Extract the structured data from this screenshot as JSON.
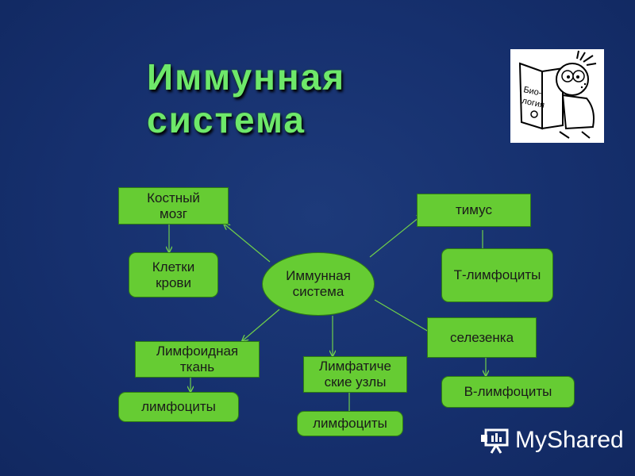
{
  "slide": {
    "title": "Иммунная система",
    "logo_text_line1": "Био-",
    "logo_text_line2": "логия",
    "brand": "MyShared"
  },
  "nodes": {
    "center": "Иммунная система",
    "bone_marrow": "Костный мозг",
    "blood_cells": "Клетки крови",
    "thymus": "тимус",
    "t_lymphocytes": "Т-лимфоциты",
    "spleen": "селезенка",
    "b_lymphocytes": "В-лимфоциты",
    "lymphoid_tissue": "Лимфоидная ткань",
    "lymphocytes_1": "лимфоциты",
    "lymph_nodes": "Лимфатиче ские узлы",
    "lymphocytes_2": "лимфоциты"
  },
  "colors": {
    "background": "#16306e",
    "title": "#6ee86a",
    "node_fill": "#66cc33",
    "connector": "#6fcf4a"
  }
}
